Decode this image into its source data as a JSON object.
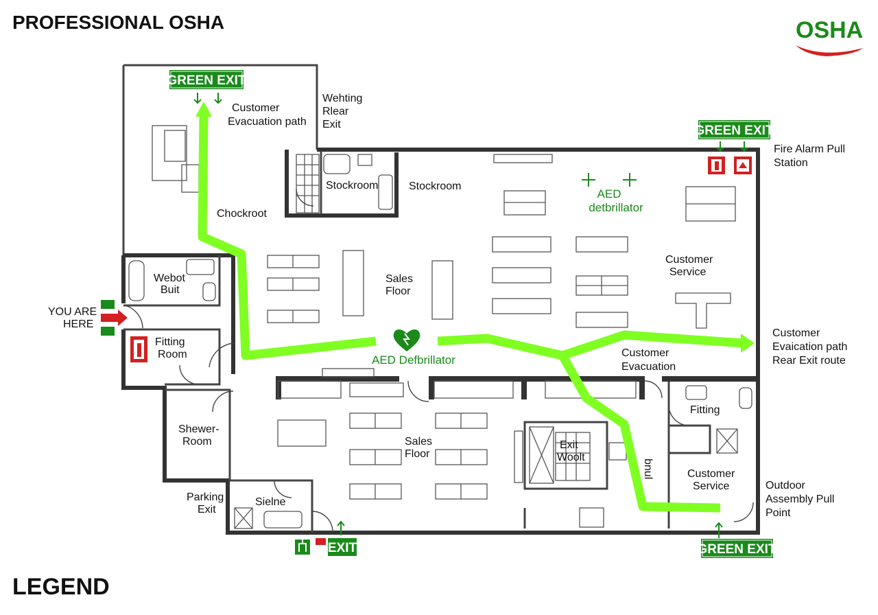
{
  "header": {
    "title": "PROFESSIONAL OSHA",
    "logo_text": "OSHA"
  },
  "legend": {
    "title": "LEGEND"
  },
  "colors": {
    "exit_green": "#1a8a1a",
    "path_green": "#7fff22",
    "alarm_red": "#d42020",
    "wall": "#333333"
  },
  "signs": {
    "green_exit_top": "GREEN EXIT",
    "green_exit_right": "GREEN EXIT",
    "green_exit_bottom": "GREEN EXIT",
    "exit_bottom": "EXIT"
  },
  "labels": {
    "customer_evac_path_top": [
      "Customer",
      "Evacuation path"
    ],
    "wehting_rear_exit": [
      "Wehting",
      "Rlear",
      "Exit"
    ],
    "fire_alarm_pull": [
      "Fire Alarm Pull",
      "Station"
    ],
    "stockroom_a": "Stockroom",
    "stockroom_b": "Stockroom",
    "aed_top": [
      "AED",
      "detbrillator"
    ],
    "chockroot": "Chockroot",
    "webot_buit": [
      "Webot",
      "Buit"
    ],
    "you_are_here": [
      "YOU ARE",
      "HERE"
    ],
    "sales_floor_top": [
      "Sales",
      "Floor"
    ],
    "customer_service_top": [
      "Customer",
      "Service"
    ],
    "fitting_room": [
      "Fitting",
      "Room"
    ],
    "aed_center": "AED Defbrillator",
    "customer_evac_rear": [
      "Customer",
      "Evaication path",
      "Rear Exit route"
    ],
    "customer_evacuation": [
      "Customer",
      "Evacuation"
    ],
    "fitting_right": "Fitting",
    "shewer_room": [
      "Shewer-",
      "Room"
    ],
    "sales_floor_bottom": [
      "Sales",
      "Floor"
    ],
    "exit_woolt": [
      "Exit",
      "Woolt"
    ],
    "bnul": "bnul",
    "customer_service_bottom": [
      "Customer",
      "Service"
    ],
    "outdoor_assembly": [
      "Outdoor",
      "Assembly Pull",
      "Point"
    ],
    "parking_exit": [
      "Parking",
      "Exit"
    ],
    "sielne": "Sielne"
  },
  "icons": [
    "fire-extinguisher-icon",
    "fire-alarm-icon",
    "aed-heart-icon",
    "aed-cross-icon",
    "you-are-here-arrow-icon",
    "exit-door-icon",
    "osha-swoosh-icon"
  ]
}
